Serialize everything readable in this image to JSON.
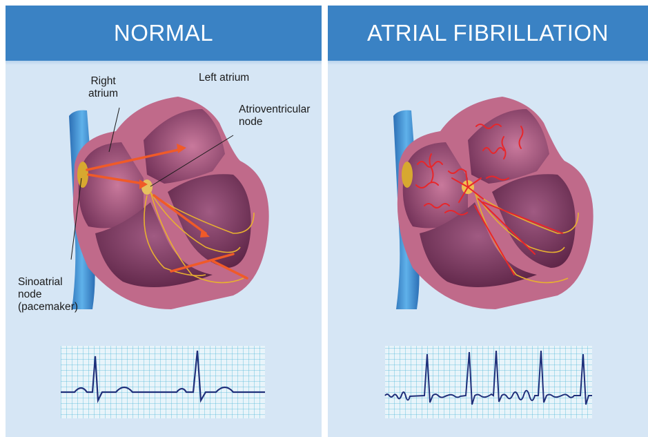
{
  "panels": {
    "normal": {
      "title": "NORMAL",
      "labels": {
        "right_atrium": "Right\natrium",
        "left_atrium": "Left atrium",
        "av_node": "Atrioventricular\nnode",
        "sa_node": "Sinoatrial\nnode\n(pacemaker)"
      }
    },
    "afib": {
      "title": "ATRIAL FIBRILLATION"
    }
  },
  "colors": {
    "header": "#3a82c4",
    "panel_bg": "#d6e6f5",
    "heart_wall": "#c06a8a",
    "heart_inner": "#6b2a4e",
    "vessel": "#3b8fd6",
    "signal": "#f05a28",
    "conduction": "#e8b030",
    "ecg_grid": "#4fb6d8",
    "ecg_trace": "#1f2f7a"
  }
}
